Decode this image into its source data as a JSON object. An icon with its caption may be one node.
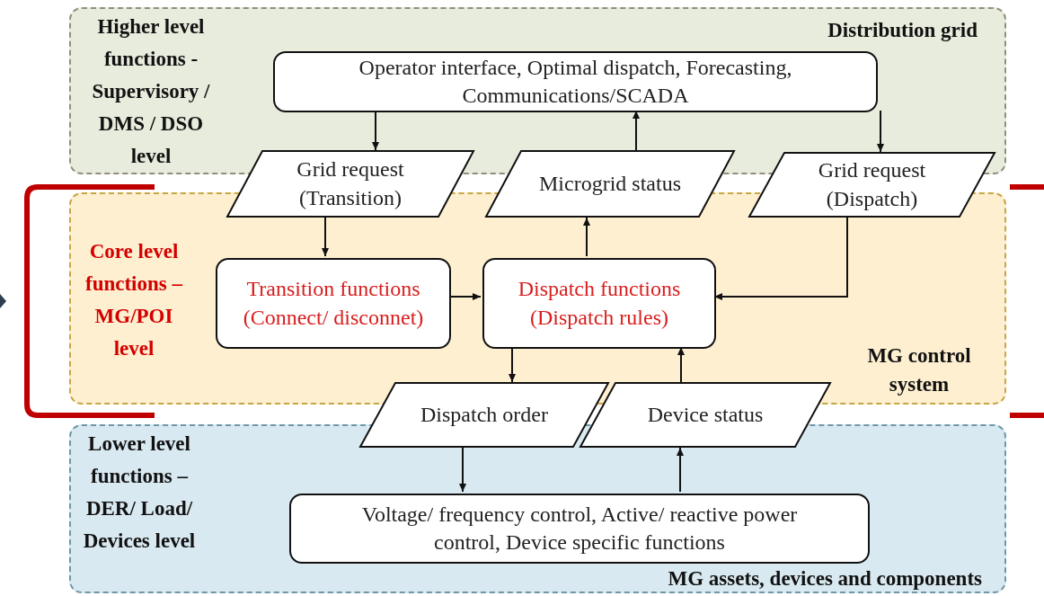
{
  "diagram": {
    "nodes": [
      {
        "text": [
          "Higher level functions - Supervisory / DMS / DSO level",
          "Distribution grid"
        ]
      },
      {
        "text": [
          "Core level functions – MG/POI level",
          "MG control system"
        ]
      },
      {
        "text": [
          "Lower level functions – DER/ Load/ Devices level",
          "MG assets, devices and components"
        ]
      },
      {
        "text": [
          "Operator interface, Optimal dispatch, Forecasting, Communications/SCADA"
        ],
        "in": 0
      },
      {
        "text": [
          "Grid request (Transition)"
        ]
      },
      {
        "text": [
          "Microgrid status"
        ]
      },
      {
        "text": [
          "Grid request (Dispatch)"
        ]
      },
      {
        "text": [
          "Transition functions (Connect/ disconnet)"
        ],
        "in": 1
      },
      {
        "text": [
          "Dispatch functions (Dispatch rules)"
        ],
        "in": 1
      },
      {
        "text": [
          "Dispatch order"
        ]
      },
      {
        "text": [
          "Device status"
        ]
      },
      {
        "text": [
          "Voltage/ frequency control, Active/ reactive power control, Device specific functions"
        ],
        "in": 2
      }
    ],
    "edges": [
      {
        "from": 3,
        "to": 4,
        "arrow": "to"
      },
      {
        "from": 5,
        "to": 3,
        "arrow": "to"
      },
      {
        "from": 3,
        "to": 6,
        "arrow": "to"
      },
      {
        "from": 4,
        "to": 7,
        "arrow": "to"
      },
      {
        "from": 7,
        "to": 8,
        "arrow": "to"
      },
      {
        "from": 8,
        "to": 5,
        "arrow": "to"
      },
      {
        "from": 6,
        "to": 8,
        "arrow": "to"
      },
      {
        "from": 8,
        "to": 9,
        "arrow": "to"
      },
      {
        "from": 10,
        "to": 8,
        "arrow": "to"
      },
      {
        "from": 9,
        "to": 11,
        "arrow": "to"
      },
      {
        "from": 11,
        "to": 10,
        "arrow": "to"
      }
    ]
  }
}
